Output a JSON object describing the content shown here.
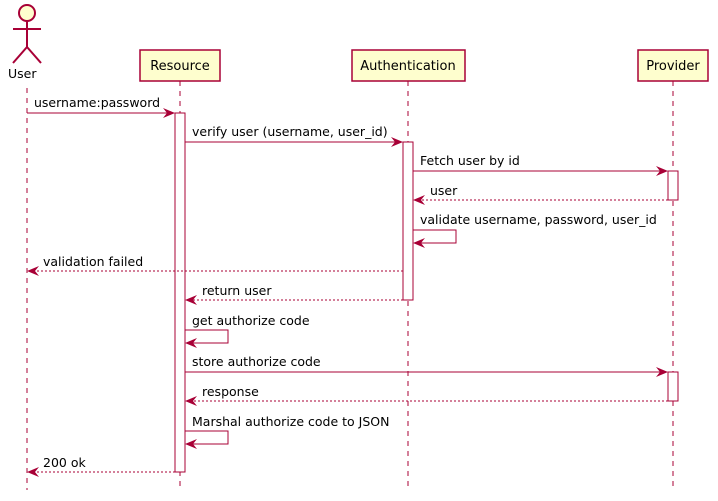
{
  "colors": {
    "line": "#A80036",
    "box_fill": "#FEFECE",
    "activation_fill": "#FFFFFF",
    "text": "#000000"
  },
  "actor": {
    "label": "User",
    "icon": "stick-figure-icon"
  },
  "participants": [
    {
      "id": "resource",
      "label": "Resource"
    },
    {
      "id": "authentication",
      "label": "Authentication"
    },
    {
      "id": "provider",
      "label": "Provider"
    }
  ],
  "messages": [
    {
      "id": "m1",
      "label": "username:password",
      "from": "user",
      "to": "resource",
      "style": "solid"
    },
    {
      "id": "m2",
      "label": "verify user (username, user_id)",
      "from": "resource",
      "to": "authentication",
      "style": "solid"
    },
    {
      "id": "m3",
      "label": "Fetch user by id",
      "from": "authentication",
      "to": "provider",
      "style": "solid"
    },
    {
      "id": "m4",
      "label": "user",
      "from": "provider",
      "to": "authentication",
      "style": "dashed"
    },
    {
      "id": "m5",
      "label": "validate username, password, user_id",
      "from": "authentication",
      "to": "authentication",
      "style": "self"
    },
    {
      "id": "m6",
      "label": "validation failed",
      "from": "authentication",
      "to": "user",
      "style": "dashed"
    },
    {
      "id": "m7",
      "label": "return user",
      "from": "authentication",
      "to": "resource",
      "style": "dashed"
    },
    {
      "id": "m8",
      "label": "get authorize code",
      "from": "resource",
      "to": "resource",
      "style": "self"
    },
    {
      "id": "m9",
      "label": "store authorize code",
      "from": "resource",
      "to": "provider",
      "style": "solid"
    },
    {
      "id": "m10",
      "label": "response",
      "from": "provider",
      "to": "resource",
      "style": "dashed"
    },
    {
      "id": "m11",
      "label": "Marshal authorize code to JSON",
      "from": "resource",
      "to": "resource",
      "style": "self"
    },
    {
      "id": "m12",
      "label": "200 ok",
      "from": "resource",
      "to": "user",
      "style": "dashed"
    }
  ]
}
